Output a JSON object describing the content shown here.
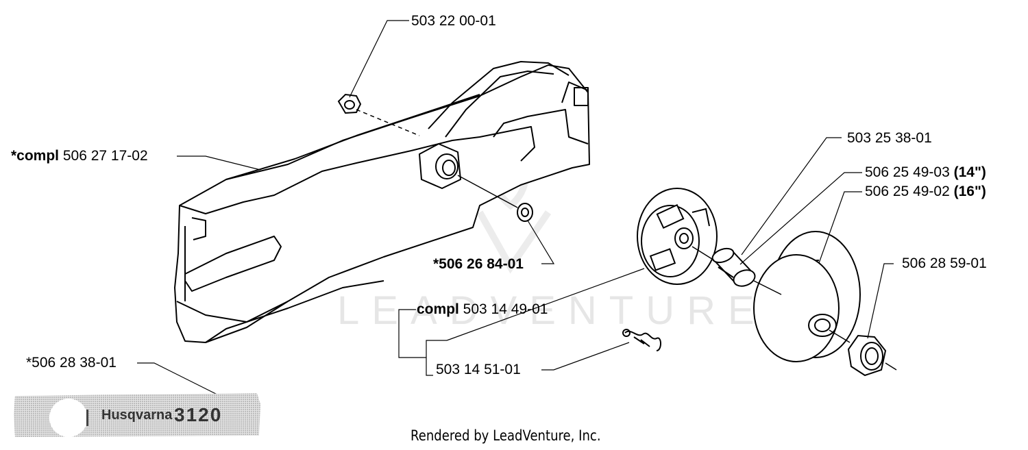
{
  "labels": {
    "nut": "503 22 00-01",
    "cover_prefix": "*compl",
    "cover_number": " 506 27 17-02",
    "washer": "*506 26 84-01",
    "bearing": "503 25 38-01",
    "drum_14_number": "506 25 49-03 ",
    "drum_14_size": "(14\")",
    "drum_16_number": "506 25 49-02 ",
    "drum_16_size": "(16\")",
    "drum_nut": "506 28 59-01",
    "clutch_prefix": "compl",
    "clutch_number": " 503 14 49-01",
    "spring": "503 14 51-01",
    "decal": "*506 28 38-01"
  },
  "decal": {
    "brand": "Husqvarna",
    "model": "3120"
  },
  "watermark": "LEADVENTURE",
  "footer": "Rendered by LeadVenture, Inc.",
  "colors": {
    "line": "#000000",
    "decal_fill": "#cfcfcf",
    "watermark": "#e6e6e6"
  }
}
